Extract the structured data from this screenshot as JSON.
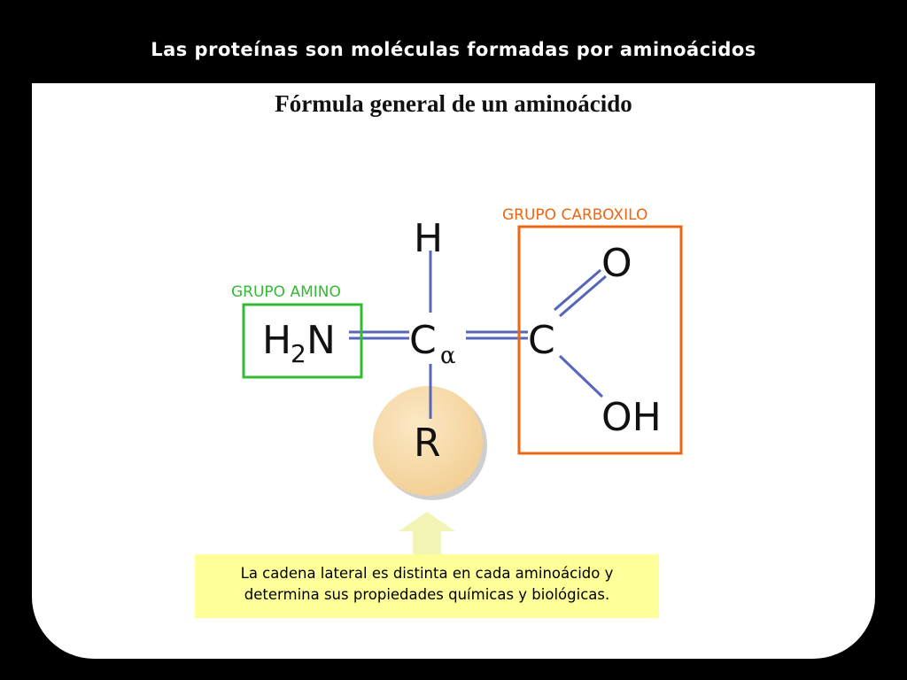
{
  "slide": {
    "title": "Las proteínas son moléculas formadas por aminoácidos",
    "subtitle": "Fórmula general de un aminoácido"
  },
  "diagram": {
    "label_amino": "GRUPO AMINO",
    "label_carboxilo": "GRUPO CARBOXILO",
    "atom_h": "H",
    "atom_h2n_h": "H",
    "atom_h2n_sub": "2",
    "atom_h2n_n": "N",
    "atom_c_alpha": "C",
    "alpha": "α",
    "atom_c": "C",
    "atom_o": "O",
    "atom_oh": "OH",
    "atom_r": "R",
    "caption_line1": "La cadena lateral es distinta en cada aminoácido y",
    "caption_line2": "determina sus propiedades químicas y biológicas.",
    "colors": {
      "amino": "#33bb33",
      "carboxilo": "#ee6611",
      "bond": "#5566bb",
      "r_group": "#f6d9a8",
      "caption_bg": "#ffff99",
      "arrow": "#f2f5b5"
    }
  }
}
